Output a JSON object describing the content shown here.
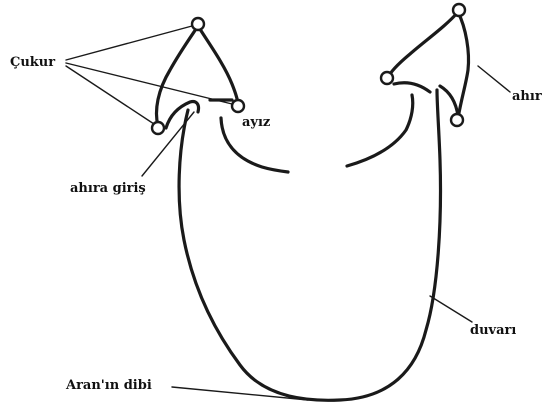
{
  "labels": {
    "pit": "Çukur",
    "mouth": "ayız",
    "barn_entrance": "ahıra giriş",
    "barn": "ahır",
    "wall": "duvarı",
    "bottom": "Aran'ın dibi"
  }
}
